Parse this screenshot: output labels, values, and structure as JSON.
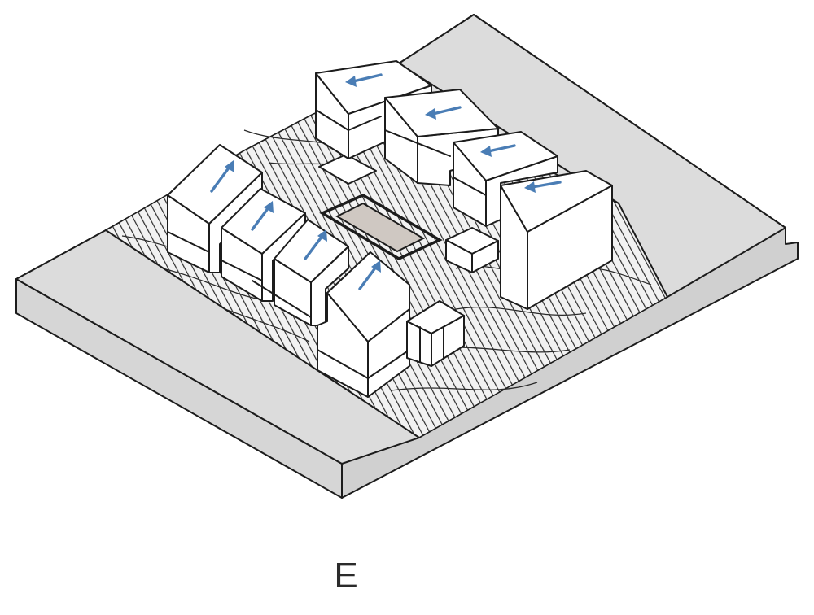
{
  "figure": {
    "caption": "E",
    "colors": {
      "arrow": "#4a7db5",
      "plinth": "#d9d9d9",
      "plaza": "#cfc8c2",
      "outline": "#1c1c1c"
    },
    "buildings_left_row": {
      "count": 4,
      "arrow_icon": "arrow-up-icon"
    },
    "buildings_right_row": {
      "count": 4,
      "arrow_icon": "arrow-left-icon"
    }
  }
}
